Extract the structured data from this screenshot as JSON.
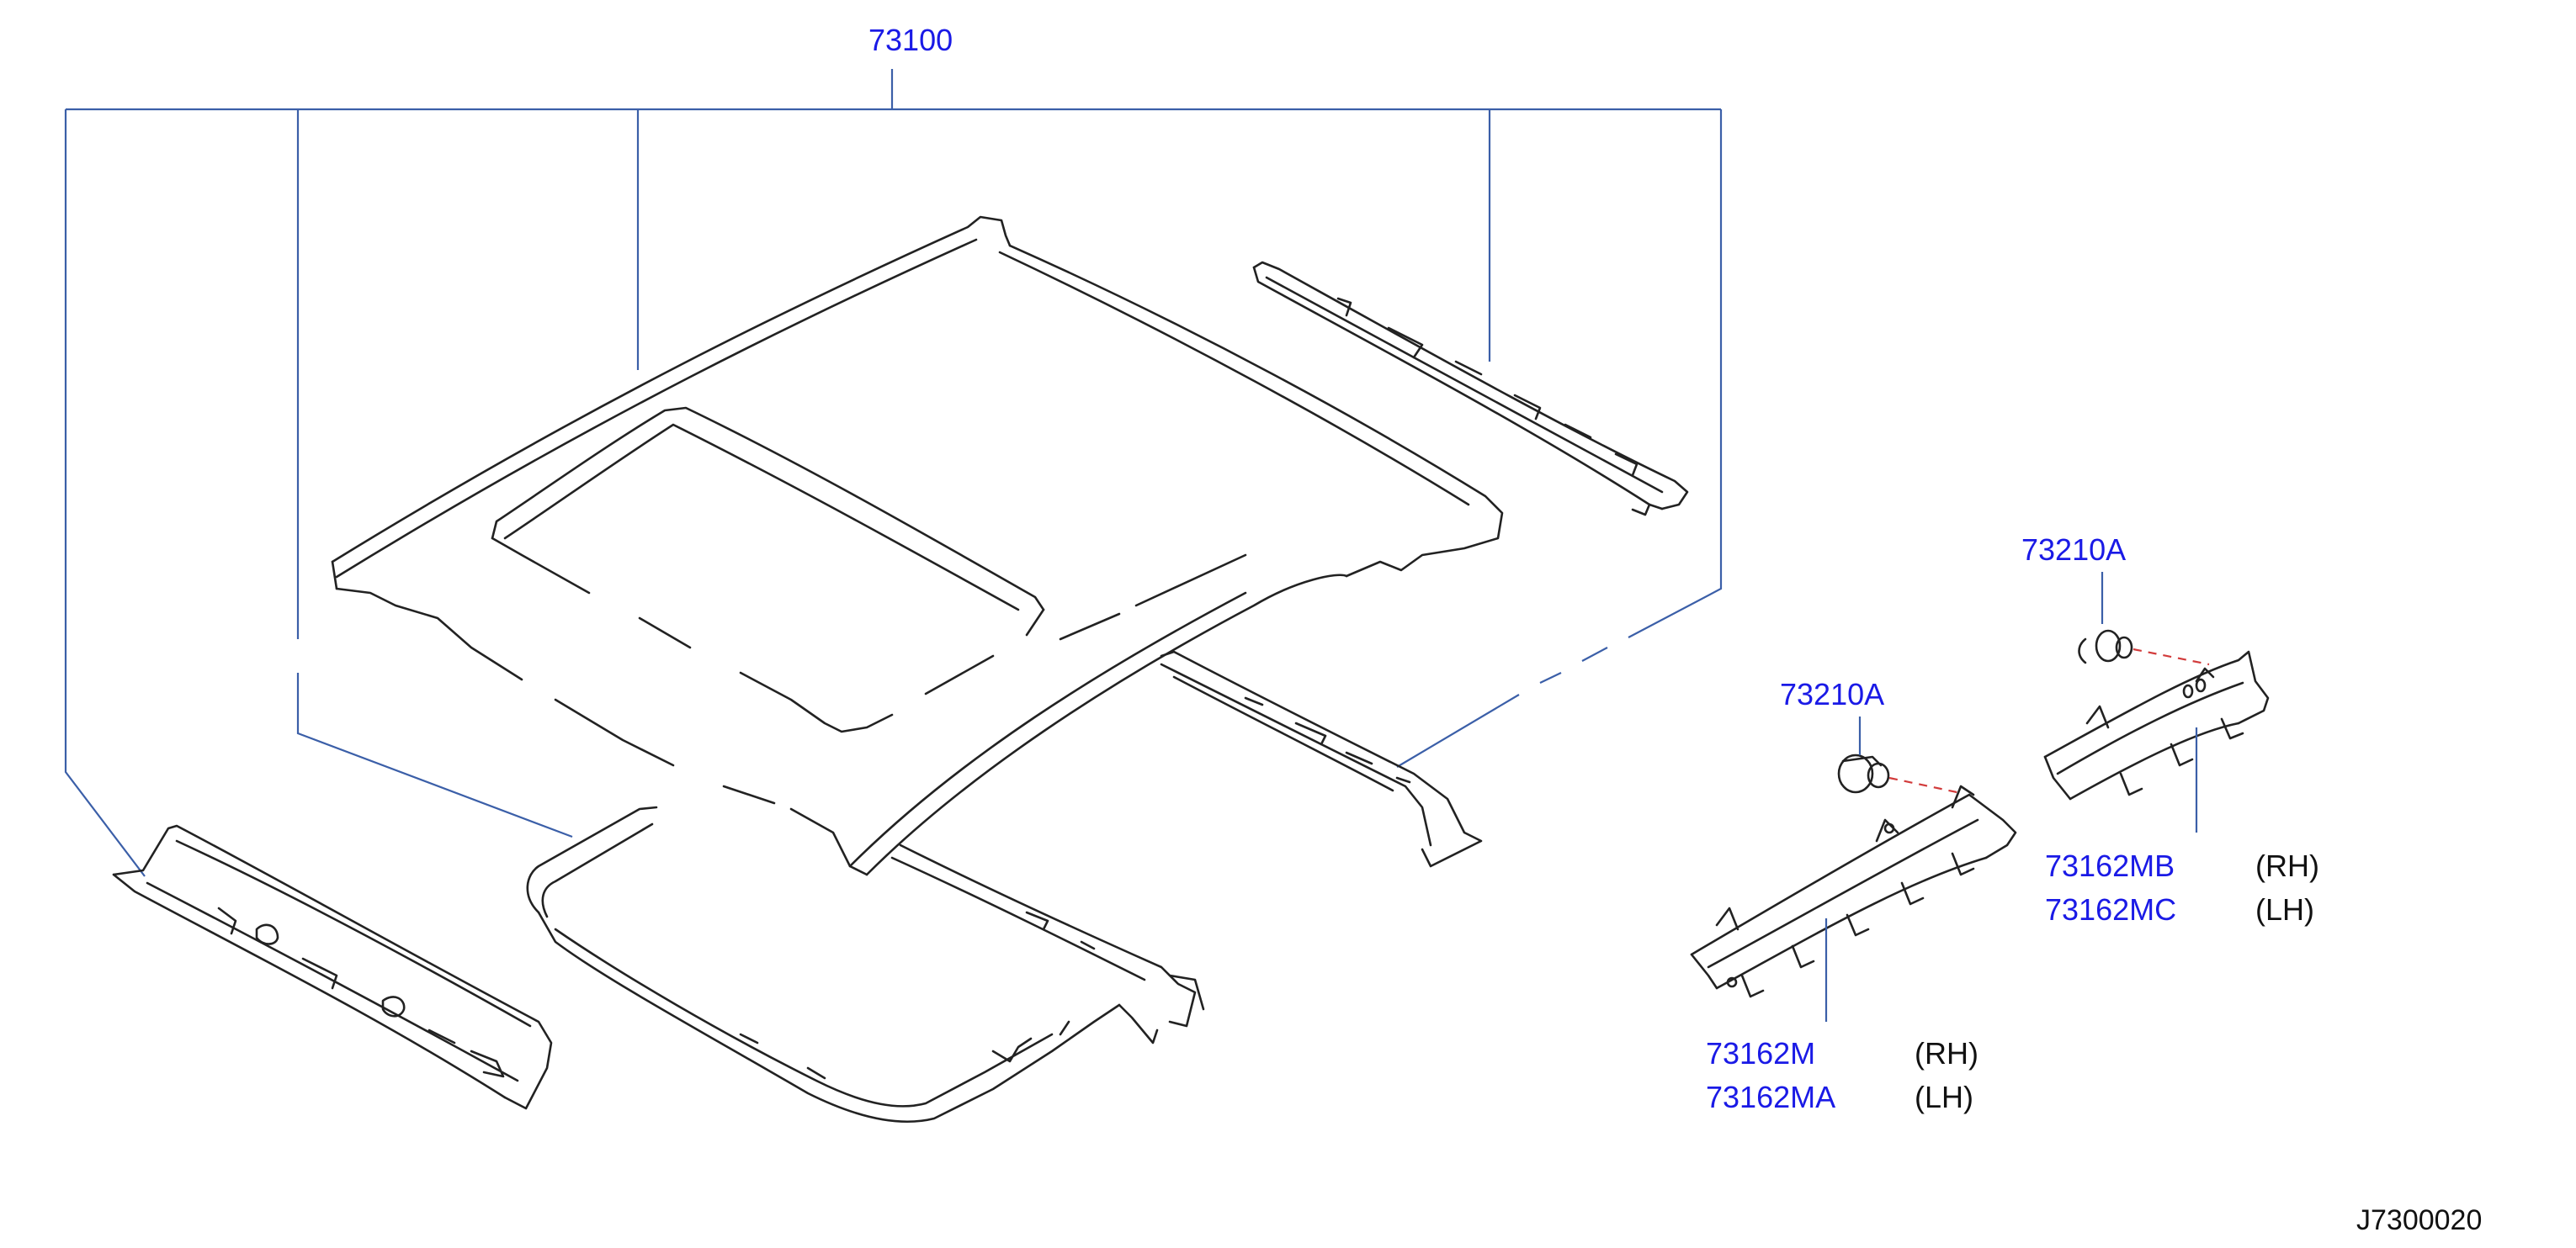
{
  "callouts": {
    "c73100": "73100",
    "c73210a_left": "73210A",
    "c73210a_right": "73210A",
    "c73162m": "73162M",
    "c73162m_side": "(RH)",
    "c73162ma": "73162MA",
    "c73162ma_side": "(LH)",
    "c73162mb": "73162MB",
    "c73162mb_side": "(RH)",
    "c73162mc": "73162MC",
    "c73162mc_side": "(LH)"
  },
  "diagram_code": "J7300020",
  "colors": {
    "part_number": "#1a1ae6",
    "leader_line": "#3b5fa8",
    "alignment_dash": "#d23b3b",
    "outline": "#222222"
  }
}
